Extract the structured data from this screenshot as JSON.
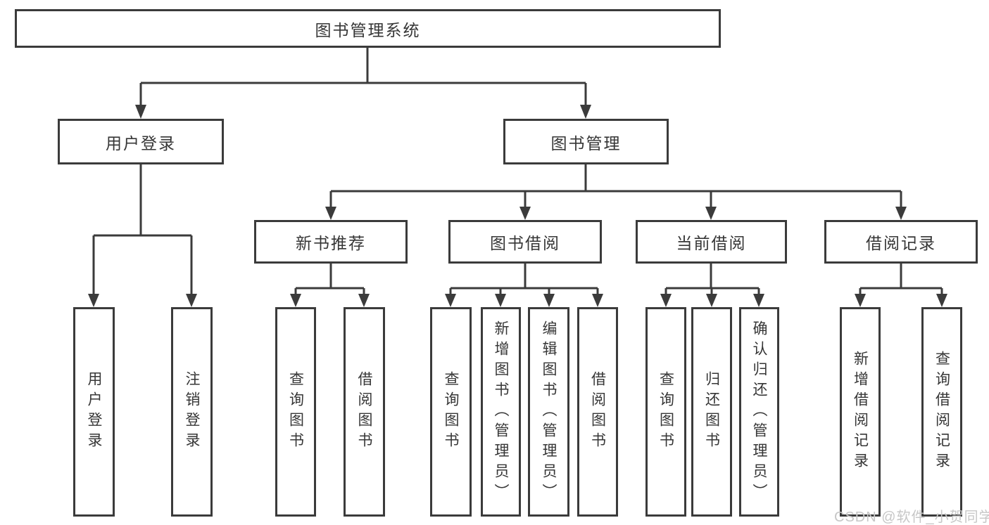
{
  "colors": {
    "box_border": "#3b3b3b",
    "connector": "#3b3b3b",
    "text": "#363636",
    "background": "#ffffff",
    "watermark": "#c7c7c7"
  },
  "watermark": {
    "text": "CSDN @软件_小贺同学"
  },
  "tree": {
    "root": {
      "label": "图书管理系统"
    },
    "branches": [
      {
        "label": "用户登录",
        "children": [
          {
            "label": "用户登录"
          },
          {
            "label": "注销登录"
          }
        ]
      },
      {
        "label": "图书管理",
        "children": [
          {
            "label": "新书推荐",
            "children": [
              {
                "label": "查询图书"
              },
              {
                "label": "借阅图书"
              }
            ]
          },
          {
            "label": "图书借阅",
            "children": [
              {
                "label": "查询图书"
              },
              {
                "label": "新增图书（管理员）"
              },
              {
                "label": "编辑图书（管理员）"
              },
              {
                "label": "借阅图书"
              }
            ]
          },
          {
            "label": "当前借阅",
            "children": [
              {
                "label": "查询图书"
              },
              {
                "label": "归还图书"
              },
              {
                "label": "确认归还（管理员）"
              }
            ]
          },
          {
            "label": "借阅记录",
            "children": [
              {
                "label": "新增借阅记录"
              },
              {
                "label": "查询借阅记录"
              }
            ]
          }
        ]
      }
    ]
  }
}
